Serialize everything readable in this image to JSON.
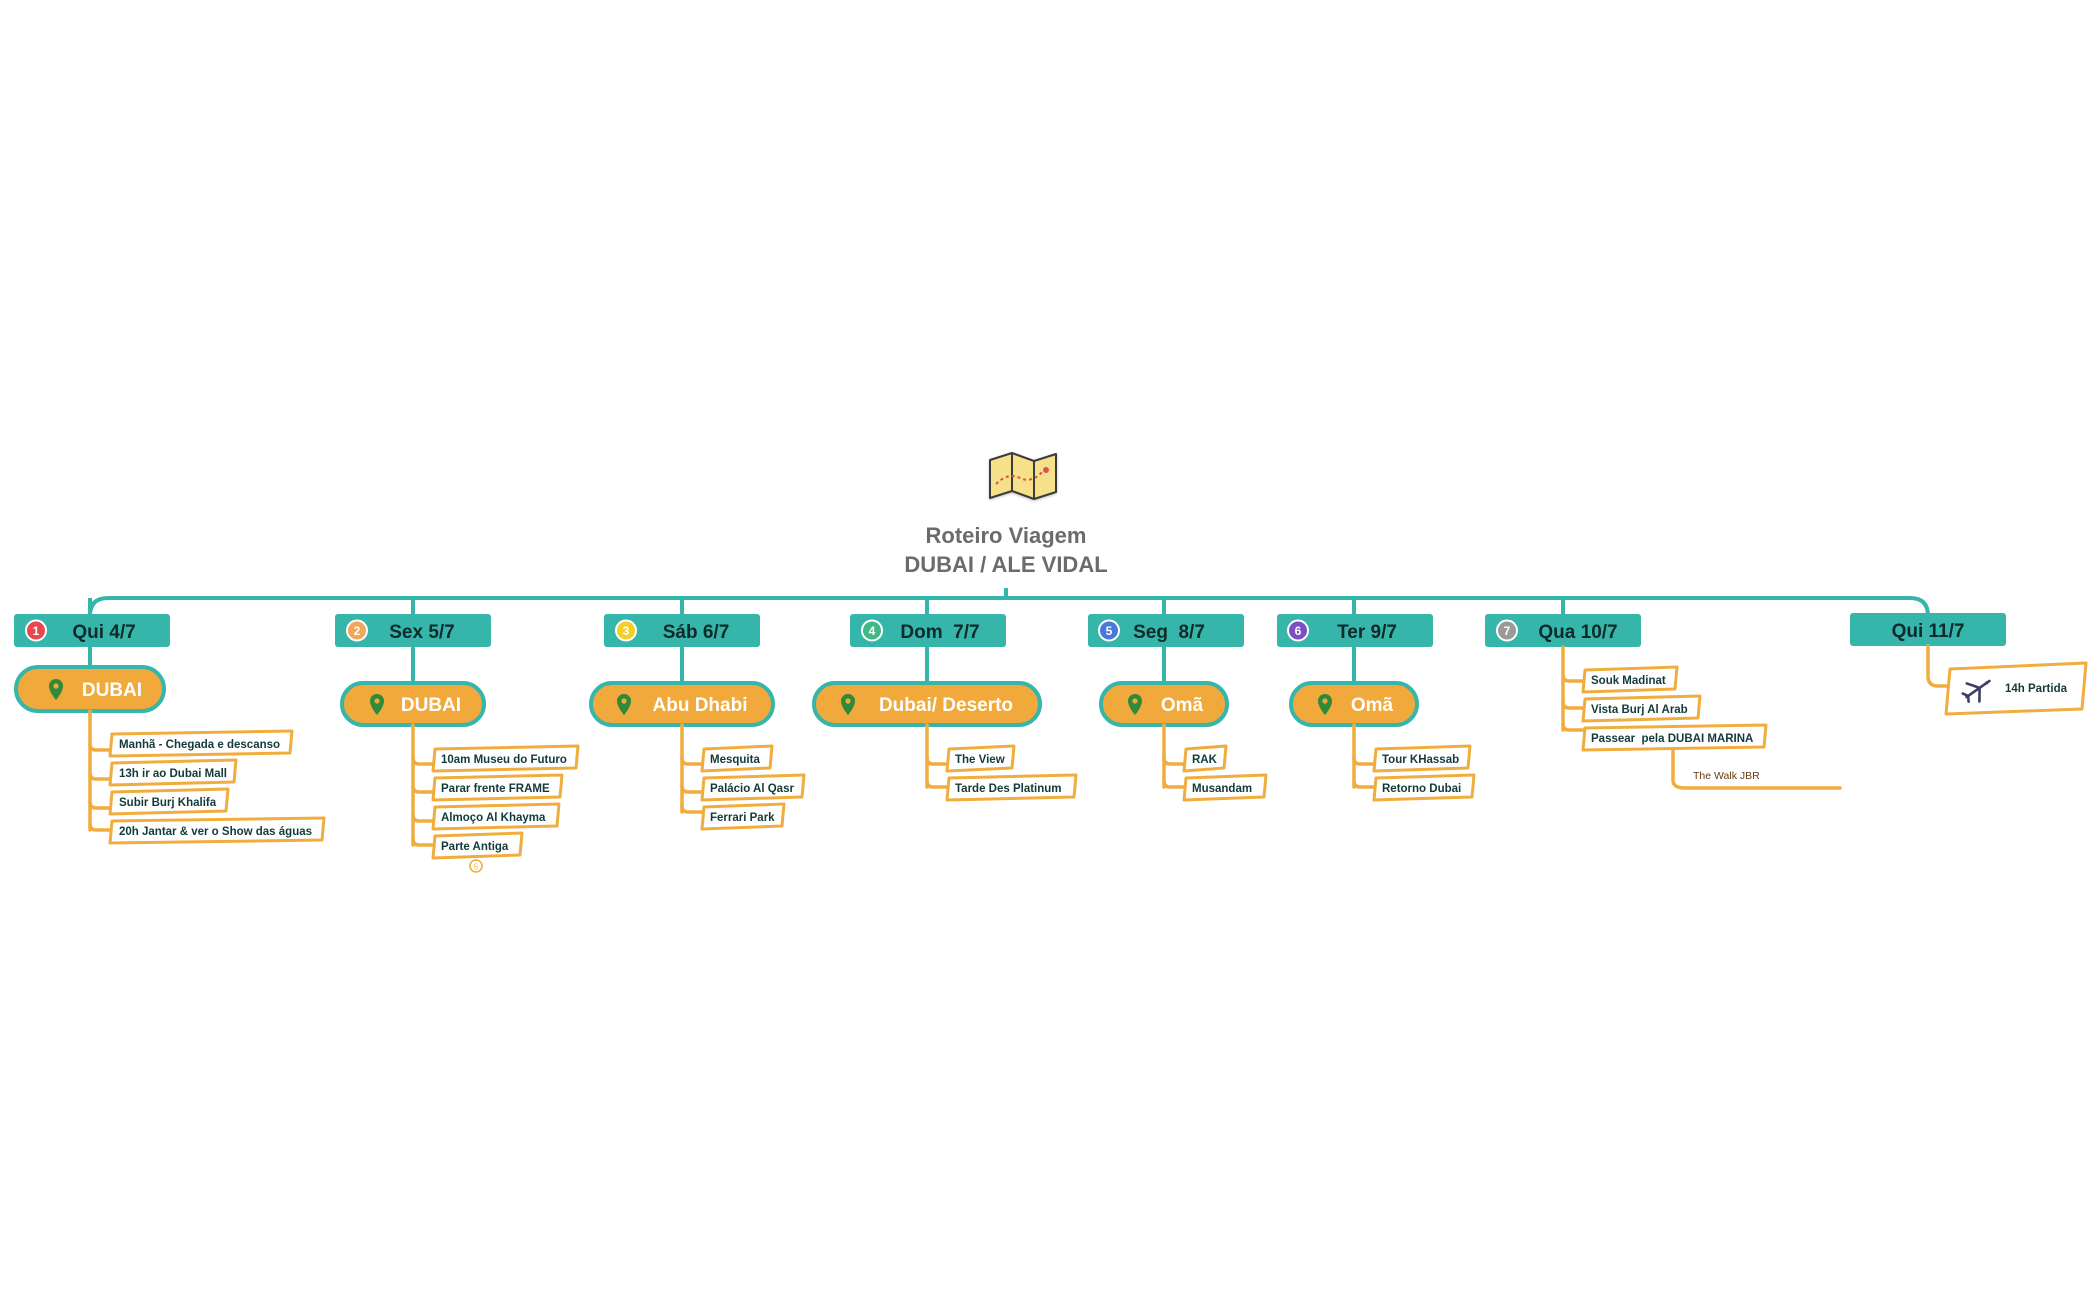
{
  "colors": {
    "teal": "#36b5aa",
    "orange": "#f2a93b",
    "orange_line": "#f0ad3e",
    "day_text": "#0f2a2a",
    "pin_green": "#2f8a3a"
  },
  "root": {
    "icon": "map-icon",
    "title_line1": "Roteiro Viagem",
    "title_line2": "DUBAI / ALE VIDAL"
  },
  "days": [
    {
      "number": "1",
      "badge_color": "#e5484d",
      "label": "Qui 4/7",
      "location": "DUBAI",
      "activities": [
        "Manhã - Chegada e descanso",
        "13h ir ao Dubai Mall",
        "Subir Burj Khalifa",
        "20h Jantar & ver o Show das águas"
      ]
    },
    {
      "number": "2",
      "badge_color": "#f2a65a",
      "label": "Sex 5/7",
      "location": "DUBAI",
      "activities": [
        "10am Museu do Futuro",
        "Parar frente FRAME",
        "Almoço Al Khayma",
        "Parte Antiga"
      ],
      "collapsed_count": "5"
    },
    {
      "number": "3",
      "badge_color": "#f3cf2a",
      "label": "Sáb 6/7",
      "location": "Abu Dhabi",
      "activities": [
        "Mesquita",
        "Palácio Al Qasr",
        "Ferrari Park"
      ]
    },
    {
      "number": "4",
      "badge_color": "#3fb887",
      "label": "Dom  7/7",
      "location": "Dubai/ Deserto",
      "activities": [
        "The View",
        "Tarde Des Platinum"
      ]
    },
    {
      "number": "5",
      "badge_color": "#4a78d8",
      "label": "Seg  8/7",
      "location": "Omã",
      "activities": [
        "RAK",
        "Musandam"
      ]
    },
    {
      "number": "6",
      "badge_color": "#7a4fc4",
      "label": "Ter 9/7",
      "location": "Omã",
      "activities": [
        "Tour KHassab",
        "Retorno Dubai"
      ]
    },
    {
      "number": "7",
      "badge_color": "#9a9a9a",
      "label": "Qua 10/7",
      "activities": [
        "Souk Madinat",
        "Vista Burj Al Arab",
        "Passear  pela DUBAI MARINA"
      ],
      "note": "The Walk JBR"
    },
    {
      "label": "Qui 11/7",
      "departure": {
        "icon": "airplane-icon",
        "text": "14h Partida"
      }
    }
  ]
}
